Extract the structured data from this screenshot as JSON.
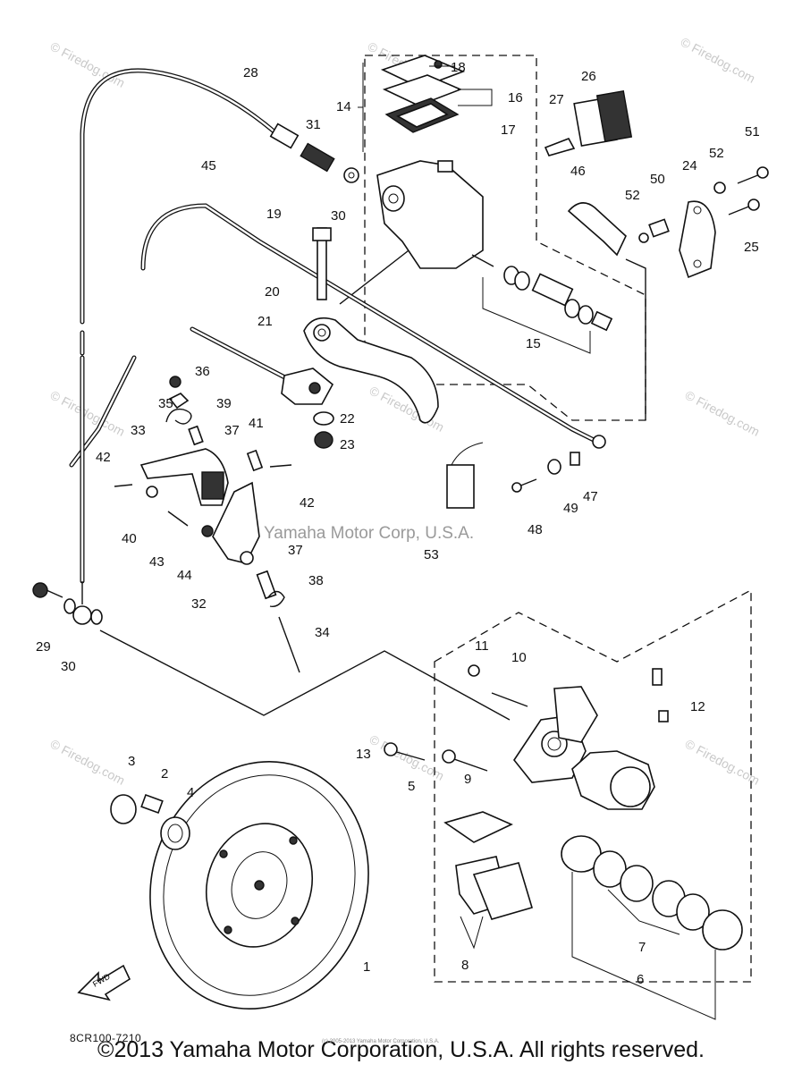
{
  "diagram": {
    "part_numbers": [
      "28",
      "18",
      "16",
      "14",
      "17",
      "26",
      "27",
      "51",
      "52",
      "31",
      "30",
      "45",
      "19",
      "46",
      "50",
      "52",
      "24",
      "25",
      "20",
      "15",
      "21",
      "36",
      "35",
      "39",
      "37",
      "41",
      "22",
      "23",
      "33",
      "42",
      "42",
      "47",
      "40",
      "43",
      "44",
      "49",
      "48",
      "53",
      "32",
      "37",
      "38",
      "29",
      "30",
      "34",
      "11",
      "10",
      "12",
      "13",
      "5",
      "3",
      "2",
      "4",
      "9",
      "8",
      "7",
      "6",
      "1"
    ],
    "fwd_label": "FWD",
    "diagram_code": "8CR100-7210",
    "center_watermark": "Yamaha Motor Corp, U.S.A.",
    "firedog_watermark": "© Firedog.com",
    "tiny_copyright": "(c) 2005-2013 Yamaha Motor Corporation, U.S.A.",
    "copyright": "©2013 Yamaha Motor Corporation, U.S.A. All rights reserved."
  }
}
